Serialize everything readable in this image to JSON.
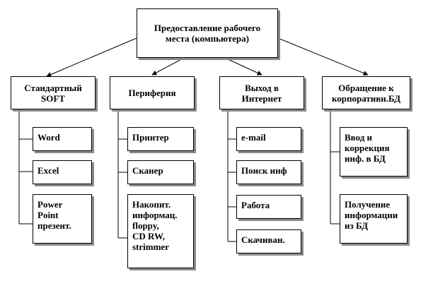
{
  "root": {
    "label": "Предоставление рабочего\nместа (компьютера)"
  },
  "categories": [
    {
      "label": "Стандартный\nSOFT",
      "items": [
        "Word",
        "Excel",
        "Power\nPoint\nпрезент."
      ]
    },
    {
      "label": "Периферия",
      "items": [
        "Принтер",
        "Сканер",
        "Накопит.\nинформац.\nfloppy,\nCD RW,\nstrimmer"
      ]
    },
    {
      "label": "Выход в\nИнтернет",
      "items": [
        "e-mail",
        "Поиск инф",
        "Работа",
        "Скачиван."
      ]
    },
    {
      "label": "Обращение к\nкорпоративн.БД",
      "items": [
        "Ввод и\nкоррекция\nинф. в БД",
        "Получение\nинформации\nиз БД"
      ]
    }
  ]
}
